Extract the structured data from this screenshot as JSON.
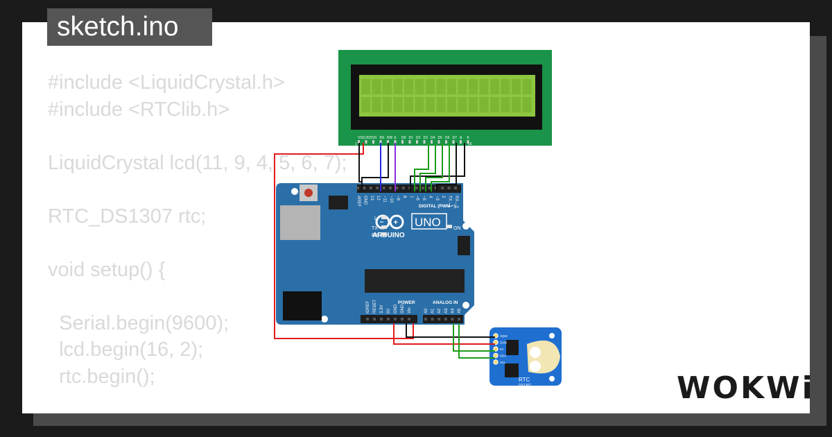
{
  "file_tab": {
    "label": "sketch.ino"
  },
  "code_lines": [
    "#include <LiquidCrystal.h>",
    "#include <RTClib.h>",
    "",
    "LiquidCrystal lcd(11, 9, 4, 5, 6, 7);",
    "",
    "RTC_DS1307 rtc;",
    "",
    "void setup() {",
    "",
    "  Serial.begin(9600);",
    "  lcd.begin(16, 2);",
    "  rtc.begin();"
  ],
  "lcd": {
    "pin_labels": [
      "VSS",
      "VDD",
      "V0",
      "RS",
      "RW",
      "E",
      "D0",
      "D1",
      "D2",
      "D3",
      "D4",
      "D5",
      "D6",
      "D7",
      "A",
      "K"
    ],
    "pin_1": "1",
    "pin_16": "16",
    "colors": {
      "pcb": "#1a9448",
      "bezel": "#111111",
      "screen": "#8dc63f"
    }
  },
  "arduino": {
    "brand": "ARDUINO",
    "model": "UNO",
    "digital_label": "DIGITAL (PWM ~)",
    "power_label": "POWER",
    "analog_label": "ANALOG IN",
    "digital_pins": [
      "AREF",
      "GND",
      "13",
      "12",
      "~11",
      "~10",
      "~9",
      "8",
      "7",
      "~6",
      "~5",
      "4",
      "~3",
      "2",
      "TX→1",
      "RX←0"
    ],
    "power_pins": [
      "IOREF",
      "RESET",
      "3.3V",
      "5V",
      "GND",
      "GND",
      "Vin"
    ],
    "analog_pins": [
      "A0",
      "A1",
      "A2",
      "A3",
      "A4",
      "A5"
    ],
    "led_l": "L",
    "led_tx": "TX",
    "led_rx": "RX",
    "led_on": "ON",
    "colors": {
      "board": "#2b6fa8",
      "chip": "#222222"
    }
  },
  "rtc": {
    "label": "RTC",
    "chip": "DS1307",
    "pins": [
      "SQW",
      "GND",
      "5V",
      "SDA",
      "SCL"
    ],
    "colors": {
      "board": "#1f6fd1",
      "battery": "#f2e6b3"
    }
  },
  "wires": {
    "red": "#e11b1b",
    "black": "#111111",
    "blue": "#2626e0",
    "purple": "#8a2be2",
    "green": "#1b9b1b"
  },
  "brand_logo": {
    "text": "WOKWi"
  }
}
